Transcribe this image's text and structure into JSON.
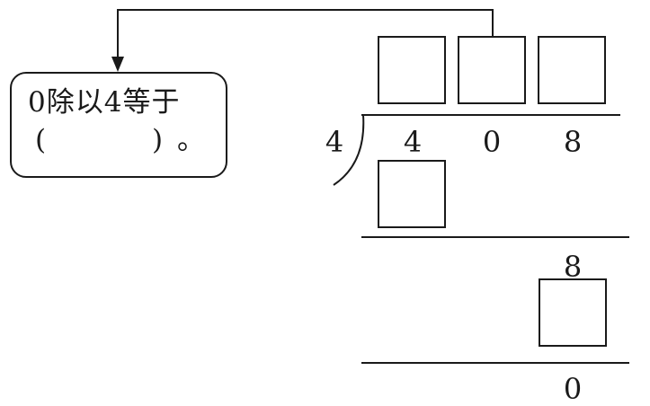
{
  "callout": {
    "line1": "0除以4等于",
    "paren_open": "(",
    "paren_close": ")",
    "period": "。"
  },
  "division": {
    "divisor": "4",
    "dividend_digits": [
      "4",
      "0",
      "8"
    ],
    "step2_digit": "8",
    "remainder": "0"
  }
}
